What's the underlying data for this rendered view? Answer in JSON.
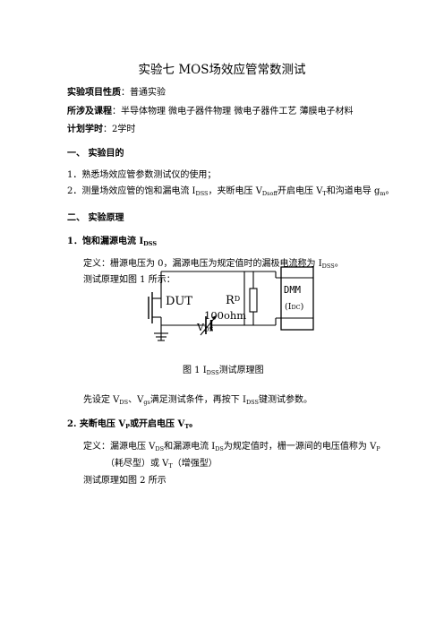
{
  "title": "实验七  MOS场效应管常数测试",
  "meta": {
    "nature_label": "实验项目性质",
    "nature_value": "：普通实验",
    "course_label": "所涉及课程",
    "course_value": "：半导体物理  微电子器件物理  微电子器件工艺  薄膜电子材料",
    "hours_label": "计划学时",
    "hours_value": "：2学时"
  },
  "sec1": {
    "heading": "一、  实验目的",
    "item1": "1．熟悉场效应管参数测试仪的使用；",
    "item2_a": "2．测量场效应管的饱和漏电流 I",
    "item2_b": "，夹断电压 V",
    "item2_c": "开启电压 V",
    "item2_d": "和沟道电导 g",
    "item2_e": "。",
    "sub_dss": "DSS",
    "sub_dsoff": "Dsoff",
    "sub_t": "T",
    "sub_m": "m"
  },
  "sec2": {
    "heading": "二、  实验原理",
    "sub1_a": "1．饱和漏源电流 I",
    "sub1_sub": "DSS",
    "def1_a": "定义：栅源电压为 0，漏源电压为规定值时的漏极电流称为 I",
    "def1_sub": "DSS",
    "def1_b": "。",
    "principle1": "测试原理如图 1 所示：",
    "circuit": {
      "dut": "DUT",
      "rd": "R",
      "rd_sub": "D",
      "ohm": "100ohm",
      "vds": "V",
      "vds_sub": "DS",
      "dmm": "DMM",
      "idc_open": "(I",
      "idc_sub": "DC",
      "idc_close": ")"
    },
    "fig1_caption_a": "图 1   I",
    "fig1_caption_sub": "DSS",
    "fig1_caption_b": "测试原理图",
    "set_a": "先设定 V",
    "set_sub1": "DS",
    "set_b": "、V",
    "set_sub2": "gs",
    "set_c": "满足测试条件，再按下 I",
    "set_sub3": "DSS",
    "set_d": "键测试参数。",
    "sub2_a": "2.   夹断电压 V",
    "sub2_sub1": "P",
    "sub2_b": "或开启电压 V",
    "sub2_sub2": "T",
    "sub2_c": "。",
    "def2_a": "定义：漏源电压 V",
    "def2_sub1": "DS",
    "def2_b": "和漏源电流 I",
    "def2_sub2": "DS",
    "def2_c": "为规定值时，栅一源间的电压值称为 V",
    "def2_sub3": "P",
    "def2_line2_a": "（耗尽型）或 V",
    "def2_line2_sub": "T",
    "def2_line2_b": "（增强型）",
    "principle2": "测试原理如图 2 所示"
  }
}
